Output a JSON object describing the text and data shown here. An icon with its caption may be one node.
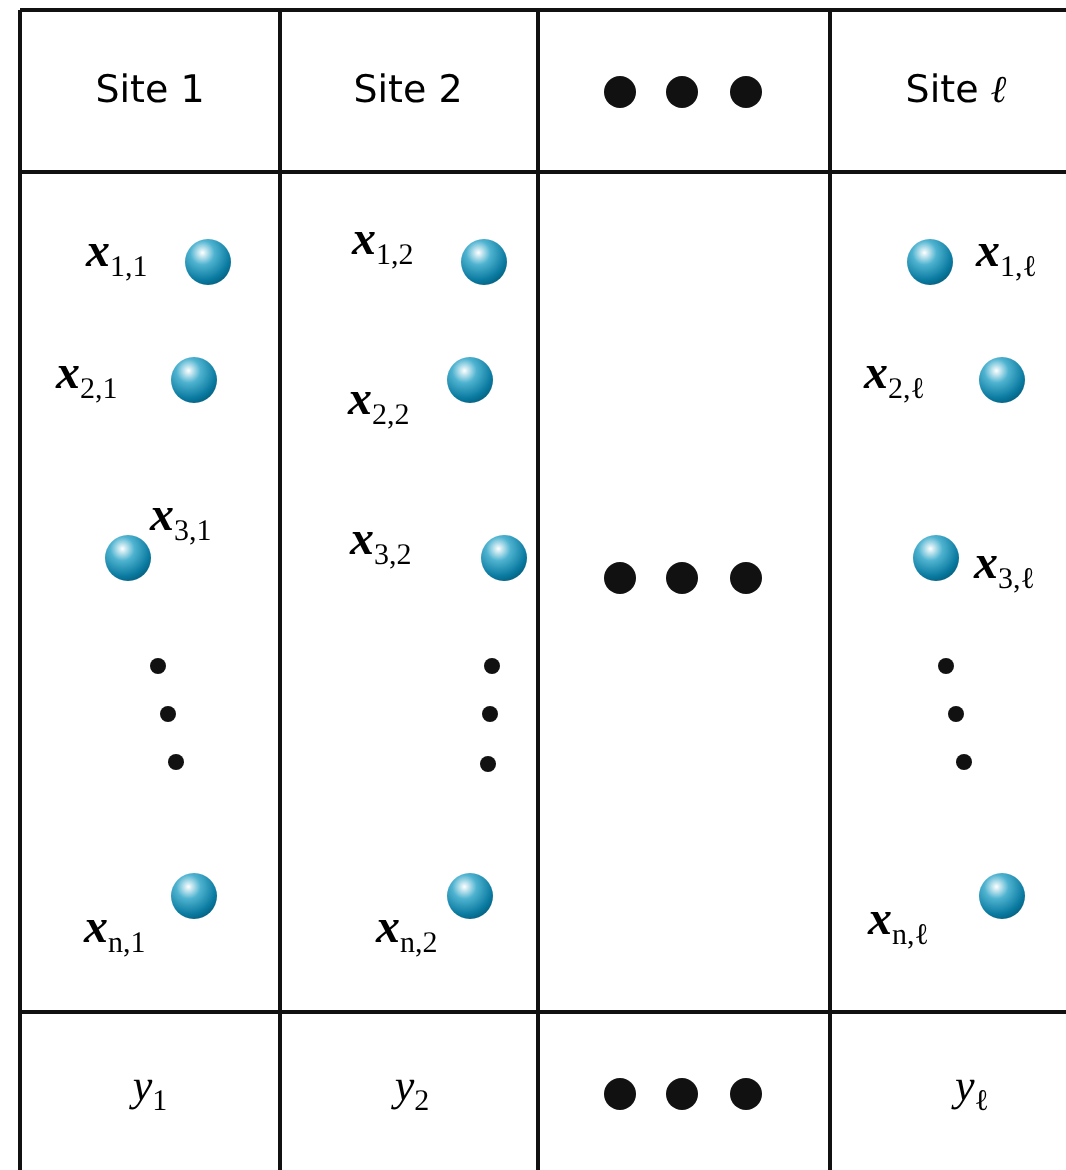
{
  "diagram": {
    "labels": [
      "Site 1",
      "Site 2",
      "Site *ℓ*",
      "**x**$_{1,1}$",
      "**x**$_{1,2}$",
      "**x**$_{1,ℓ}$",
      "**x**$_{2,1}$",
      "**x**$_{2,2}$",
      "**x**$_{2,ℓ}$",
      "**x**$_{3,1}$",
      "**x**$_{3,2}$",
      "**x**$_{3,ℓ}$",
      "**x**$_{n,1}$",
      "**x**$_{n,2}$",
      "**x**$_{n,ℓ}$",
      "*y*$_{1}$",
      "*y*$_{2}$",
      "*y*$_{ℓ}$"
    ]
  }
}
